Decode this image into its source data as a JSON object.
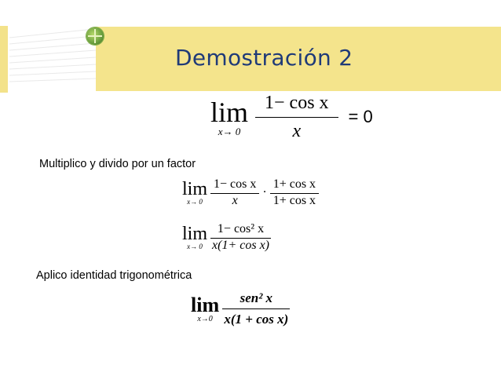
{
  "title": "Demostración 2",
  "notes": {
    "factor": "Multiplico y divido por un factor",
    "identity": "Aplico identidad trigonométrica"
  },
  "eq1": {
    "lim": "lim",
    "sub": "x→ 0",
    "num": "1− cos x",
    "den": "x",
    "rhs": "= 0"
  },
  "eq2": {
    "lim": "lim",
    "sub": "x→ 0",
    "num1": "1− cos x",
    "den1": "x",
    "dot": "·",
    "num2": "1+ cos x",
    "den2": "1+ cos x"
  },
  "eq3": {
    "lim": "lim",
    "sub": "x→ 0",
    "num": "1− cos² x",
    "den": "x(1+ cos x)"
  },
  "eq4": {
    "lim": "lim",
    "sub": "x→0",
    "num": "sen² x",
    "den": "x(1 + cos x)"
  }
}
